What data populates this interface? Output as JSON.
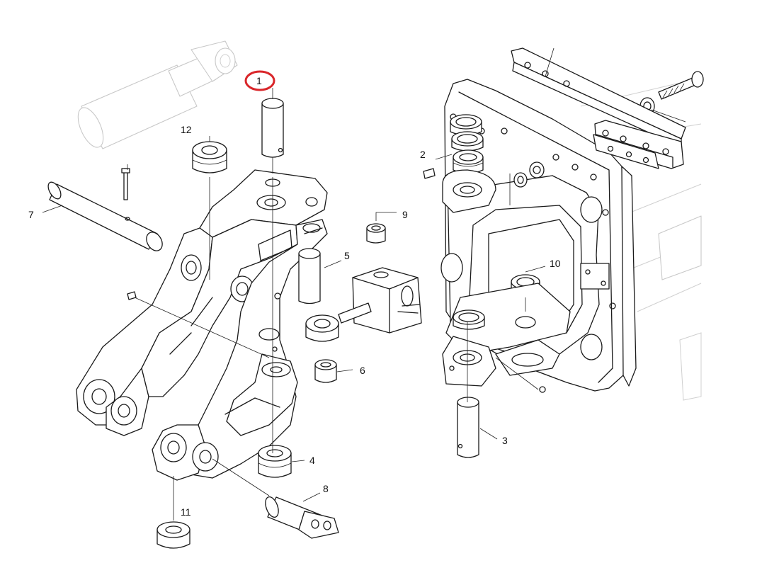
{
  "diagram": {
    "callouts": [
      {
        "id": "1",
        "label": "1",
        "highlight_color": "#d9262a"
      },
      {
        "id": "2",
        "label": "2"
      },
      {
        "id": "3",
        "label": "3"
      },
      {
        "id": "4",
        "label": "4"
      },
      {
        "id": "5",
        "label": "5"
      },
      {
        "id": "6",
        "label": "6"
      },
      {
        "id": "7",
        "label": "7"
      },
      {
        "id": "8",
        "label": "8"
      },
      {
        "id": "9",
        "label": "9"
      },
      {
        "id": "10",
        "label": "10"
      },
      {
        "id": "11",
        "label": "11"
      },
      {
        "id": "12",
        "label": "12"
      }
    ],
    "line_color": "#1a1a1a",
    "ghost_color": "#c8c8c8"
  }
}
